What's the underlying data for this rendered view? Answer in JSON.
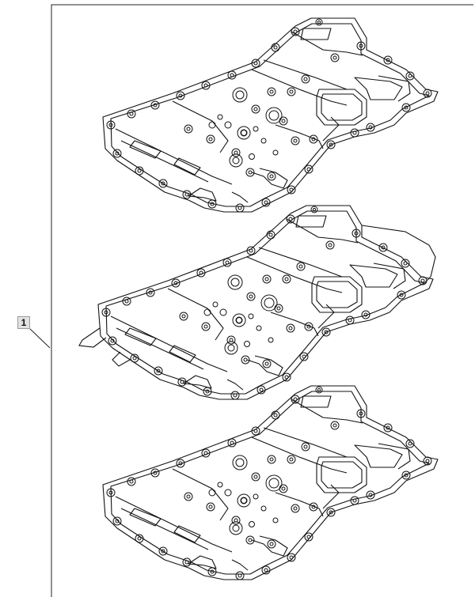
{
  "callout": {
    "number": "1"
  },
  "parts": [
    {
      "name": "gasket-plate-top"
    },
    {
      "name": "gasket-plate-middle"
    },
    {
      "name": "gasket-plate-bottom"
    }
  ]
}
